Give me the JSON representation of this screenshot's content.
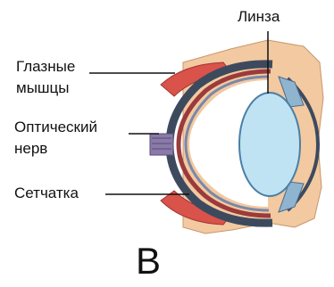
{
  "labels": {
    "lens": "Линза",
    "eye_muscles_line1": "Глазные",
    "eye_muscles_line2": "мышцы",
    "optic_nerve_line1": "Оптический",
    "optic_nerve_line2": "нерв",
    "retina": "Сетчатка"
  },
  "panel_letter": "B",
  "colors": {
    "skin": "#f2c9a0",
    "muscle": "#d9534a",
    "sclera": "#3d4a5e",
    "choroid": "#9b3b3b",
    "retina": "#7a88a8",
    "lens": "#bfe3f2",
    "lens_outline": "#4a7fa6",
    "iris": "#8fb4cf"
  }
}
